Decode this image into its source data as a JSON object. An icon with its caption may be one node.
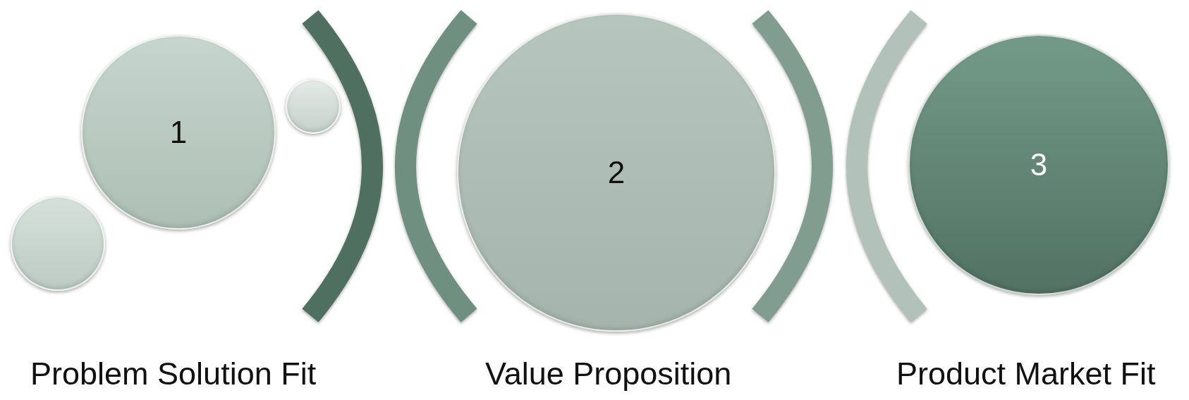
{
  "diagram": {
    "nodes": [
      {
        "text": [
          "1"
        ]
      },
      {
        "text": [],
        "shape": "circle"
      },
      {
        "text": [],
        "shape": "circle"
      },
      {
        "text": [
          "2"
        ]
      },
      {
        "text": [
          "3"
        ]
      }
    ],
    "labels": [
      "Problem Solution Fit",
      "Value Proposition",
      "Product Market Fit"
    ]
  }
}
